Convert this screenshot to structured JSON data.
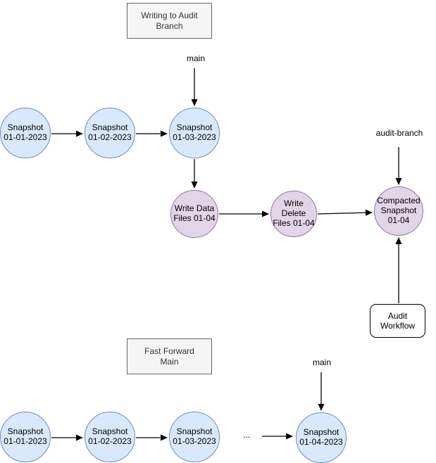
{
  "colors": {
    "snapshot_fill": "#dae8fc",
    "snapshot_stroke": "#6c8ebf",
    "audit_fill": "#e1d5e7",
    "audit_stroke": "#9673a6",
    "label_box_fill": "#f5f5f5",
    "label_box_stroke": "#666666",
    "label_box_text": "#333333",
    "edge_color": "#000000"
  },
  "top_section": {
    "title": "Writing to Audit Branch",
    "main_branch_label": "main",
    "audit_branch_label": "audit-branch",
    "snapshots": [
      "Snapshot 01-01-2023",
      "Snapshot 01-02-2023",
      "Snapshot 01-03-2023"
    ],
    "audit_steps": [
      "Write Data Files 01-04",
      "Write Delete Files 01-04",
      "Compacted Snapshot 01-04"
    ],
    "workflow_label": "Audit Workflow"
  },
  "bottom_section": {
    "title": "Fast Forward Main",
    "main_branch_label": "main",
    "ellipsis": "...",
    "snapshots": [
      "Snapshot 01-01-2023",
      "Snapshot 01-02-2023",
      "Snapshot 01-03-2023",
      "Snapshot 01-04-2023"
    ]
  }
}
